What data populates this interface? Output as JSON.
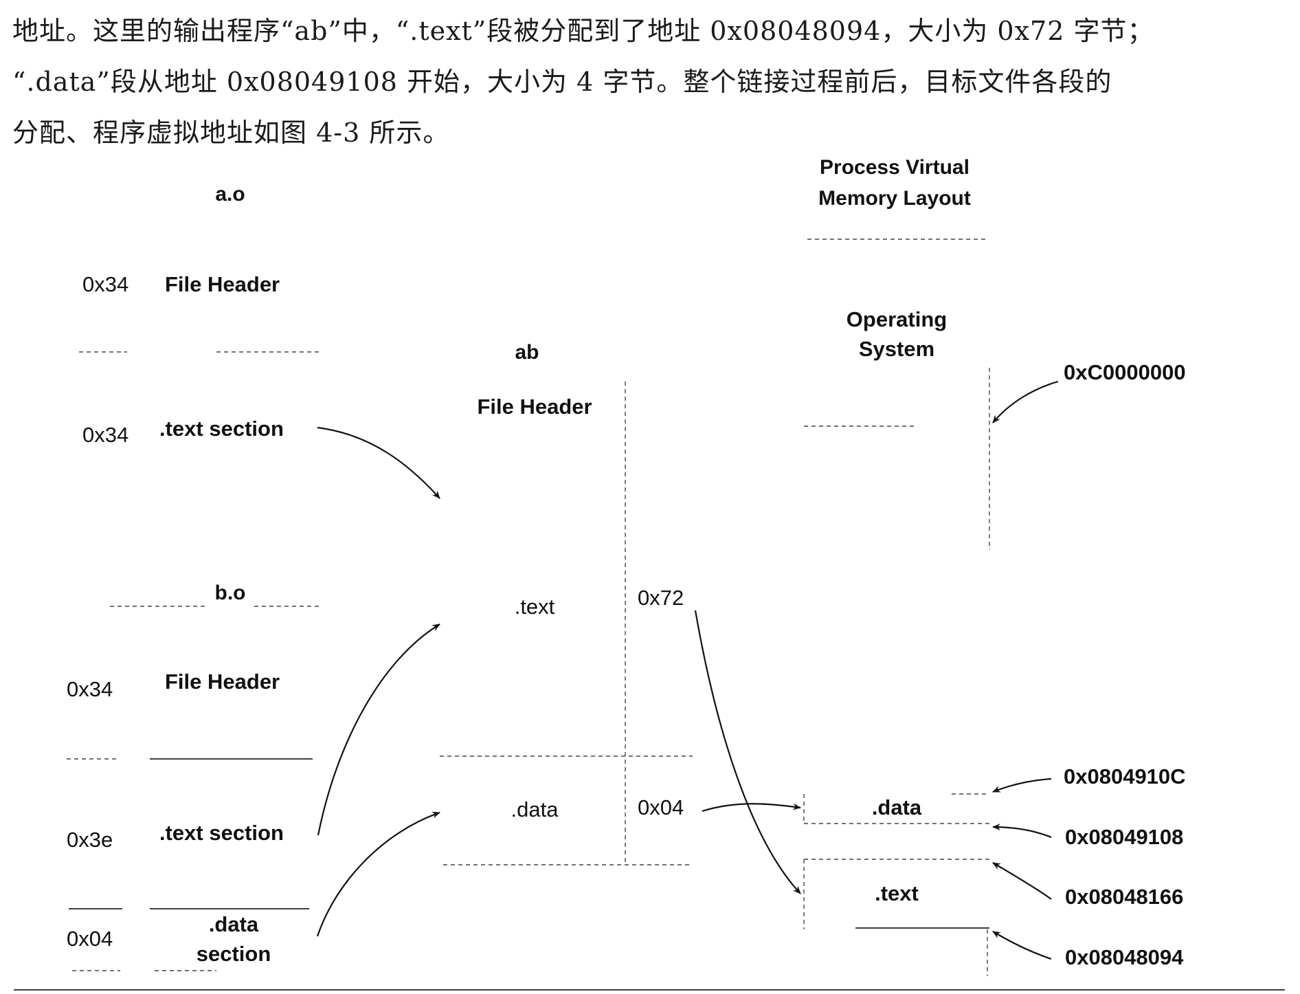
{
  "paragraph": {
    "line1": "地址。这里的输出程序“ab”中，“.text”段被分配到了地址 0x08048094，大小为 0x72 字节；",
    "line2": "“.data”段从地址 0x08049108 开始，大小为 4 字节。整个链接过程前后，目标文件各段的",
    "line3": "分配、程序虚拟地址如图 4-3 所示。"
  },
  "a_o": {
    "title": "a.o",
    "header_size": "0x34",
    "header_label": "File Header",
    "text_size": "0x34",
    "text_label": ".text section"
  },
  "b_o": {
    "title": "b.o",
    "header_size": "0x34",
    "header_label": "File Header",
    "text_size": "0x3e",
    "text_label": ".text section",
    "data_size": "0x04",
    "data_label_1": ".data",
    "data_label_2": "section"
  },
  "ab": {
    "title": "ab",
    "header_label": "File Header",
    "text_label": ".text",
    "text_size": "0x72",
    "data_label": ".data",
    "data_size": "0x04"
  },
  "vm": {
    "title_1": "Process Virtual",
    "title_2": "Memory Layout",
    "os_1": "Operating",
    "os_2": "System",
    "data_label": ".data",
    "text_label": ".text",
    "addr_os": "0xC0000000",
    "addr_data_end": "0x0804910C",
    "addr_data_start": "0x08049108",
    "addr_text_end": "0x08048166",
    "addr_text_start": "0x08048094"
  }
}
